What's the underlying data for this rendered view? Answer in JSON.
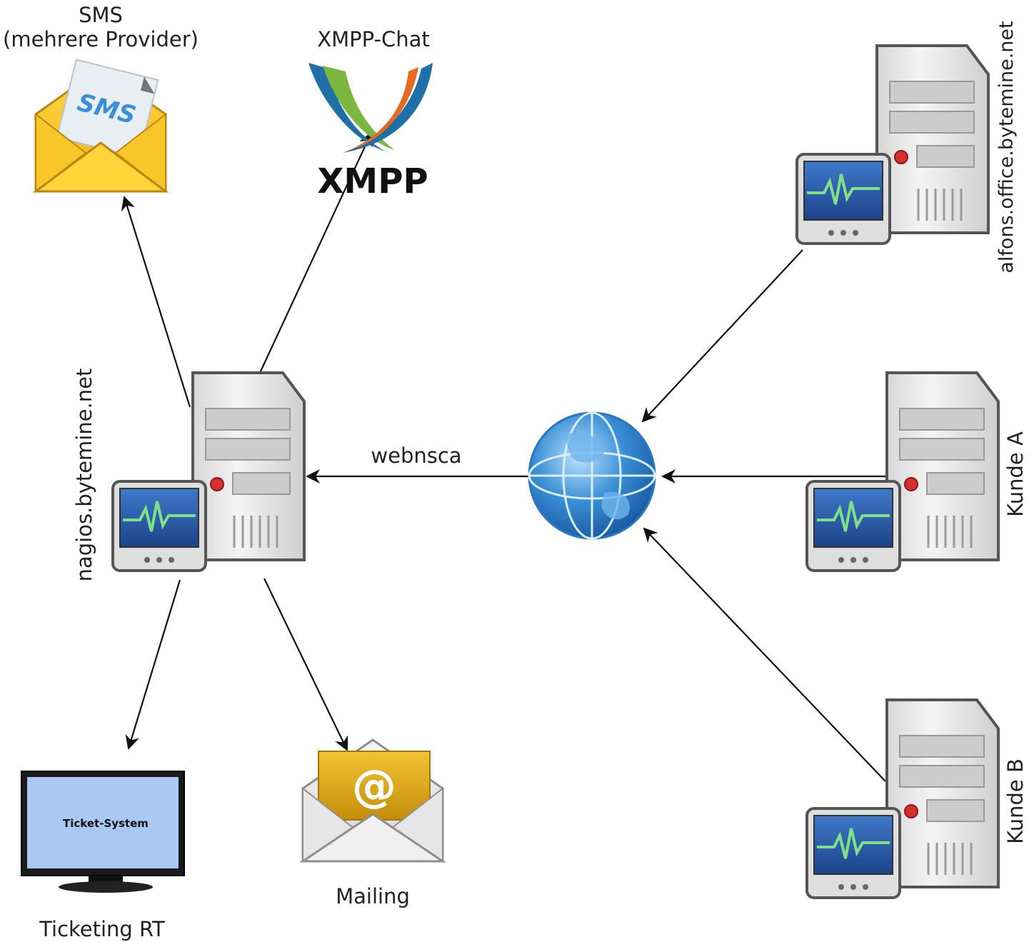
{
  "nodes": {
    "sms": {
      "label_line1": "SMS",
      "label_line2": "(mehrere Provider)",
      "icon_text": "SMS"
    },
    "xmpp": {
      "label": "XMPP-Chat",
      "logo_text": "XMPP"
    },
    "nagios": {
      "label": "nagios.bytemine.net"
    },
    "alfons": {
      "label": "alfons.office.bytemine.net"
    },
    "kunde_a": {
      "label": "Kunde A"
    },
    "kunde_b": {
      "label": "Kunde B"
    },
    "ticketing": {
      "label": "Ticketing RT",
      "screen_text": "Ticket-System"
    },
    "mailing": {
      "label": "Mailing",
      "icon_text": "@"
    }
  },
  "edges": {
    "webnsca": {
      "label": "webnsca"
    }
  },
  "colors": {
    "line": "#111111",
    "server_body": "#ececec",
    "monitor_screen": "#2a5aa8",
    "pulse": "#7fe08a",
    "globe": "#3a8fd6",
    "envelope_yellow": "#f3c21c",
    "mail_gold": "#d9a514",
    "tv_screen": "#a9c9f2"
  }
}
